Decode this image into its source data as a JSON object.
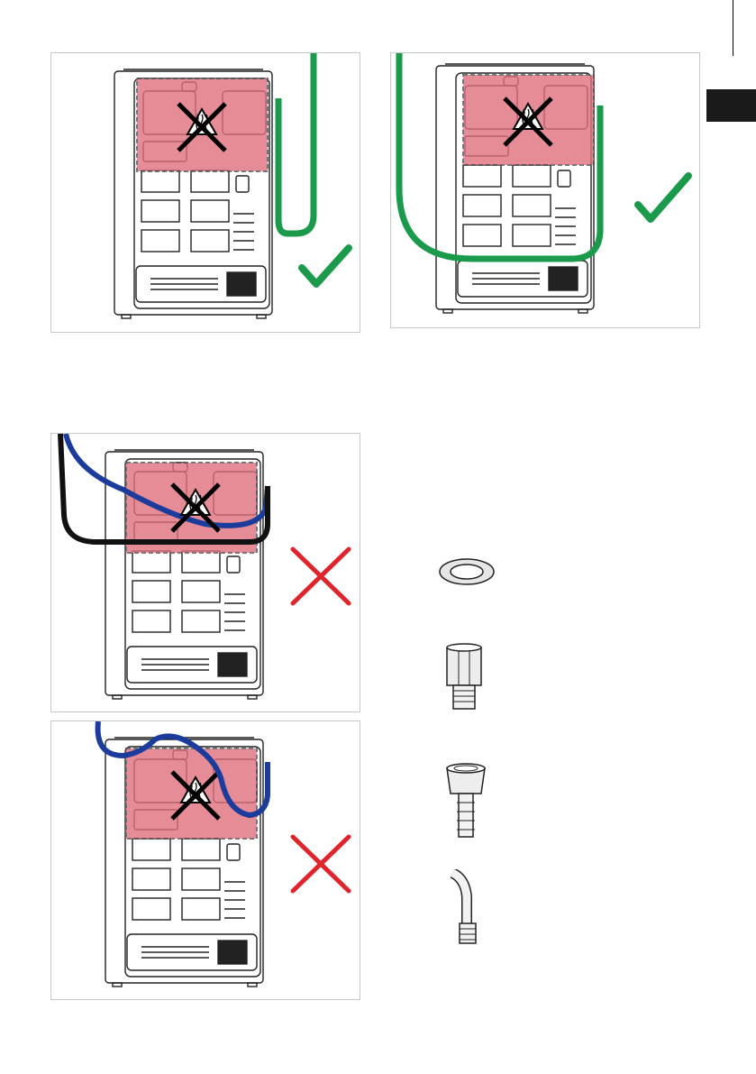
{
  "page": {
    "language_tab": "language-index-tab"
  },
  "panels": [
    {
      "id": "panel-correct-right",
      "verdict": "correct",
      "hose_route": "down-right-side",
      "hose_color": "#1a9a4a"
    },
    {
      "id": "panel-correct-under",
      "verdict": "correct",
      "hose_route": "loop-under-hot-zone",
      "hose_color": "#1a9a4a"
    },
    {
      "id": "panel-wrong-across",
      "verdict": "wrong",
      "hose_route": "across-hot-zone",
      "hose_colors": [
        "#1c3c9c",
        "#111111"
      ]
    },
    {
      "id": "panel-wrong-wavy",
      "verdict": "wrong",
      "hose_route": "wavy-over-hot-zone",
      "hose_color": "#1c3c9c"
    }
  ],
  "colors": {
    "hot_zone": "#e0707e",
    "correct_mark": "#1a9a4a",
    "wrong_mark": "#e0242c",
    "blue_hose": "#1c3c9c"
  },
  "parts": [
    {
      "id": "part-washer",
      "icon": "flat-washer-icon"
    },
    {
      "id": "part-adapter",
      "icon": "threaded-adapter-icon"
    },
    {
      "id": "part-hose-tail",
      "icon": "hose-tail-fitting-icon"
    },
    {
      "id": "part-elbow",
      "icon": "elbow-pipe-icon"
    }
  ]
}
